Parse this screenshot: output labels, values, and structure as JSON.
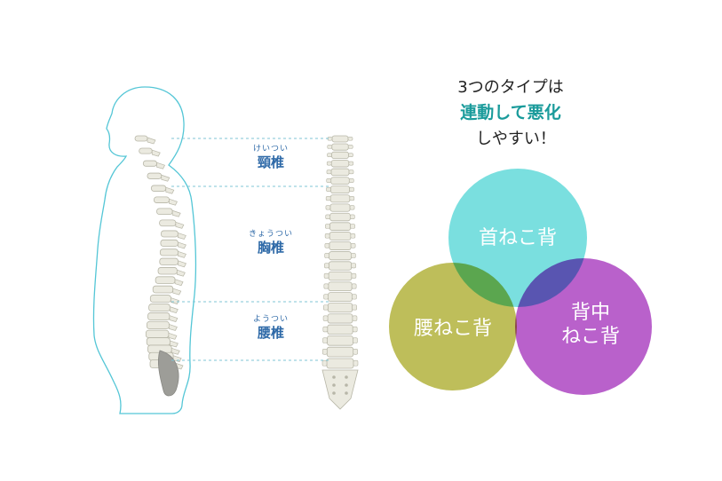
{
  "spine_regions": [
    {
      "ruby": "けいつい",
      "name": "頸椎"
    },
    {
      "ruby": "きょうつい",
      "name": "胸椎"
    },
    {
      "ruby": "ようつい",
      "name": "腰椎"
    }
  ],
  "headline": {
    "line1": "3つのタイプは",
    "line2": "連動して悪化",
    "line3": "しやすい！"
  },
  "venn": {
    "neck": {
      "label": "首ねこ背",
      "color": "#6fdcdc"
    },
    "lower_back": {
      "label": "腰ねこ背",
      "color": "#b8b84c"
    },
    "mid_back": {
      "line1": "背中",
      "line2": "ねこ背",
      "color": "#b354c7"
    }
  },
  "colors": {
    "outline": "#54c6d6",
    "bone": "#ebeae0",
    "bone_edge": "#b8b7a8",
    "sacrum": "#9d9d98",
    "guide": "#7fc6d6",
    "label": "#2f6aa8",
    "accent_text": "#1a9b9b"
  }
}
